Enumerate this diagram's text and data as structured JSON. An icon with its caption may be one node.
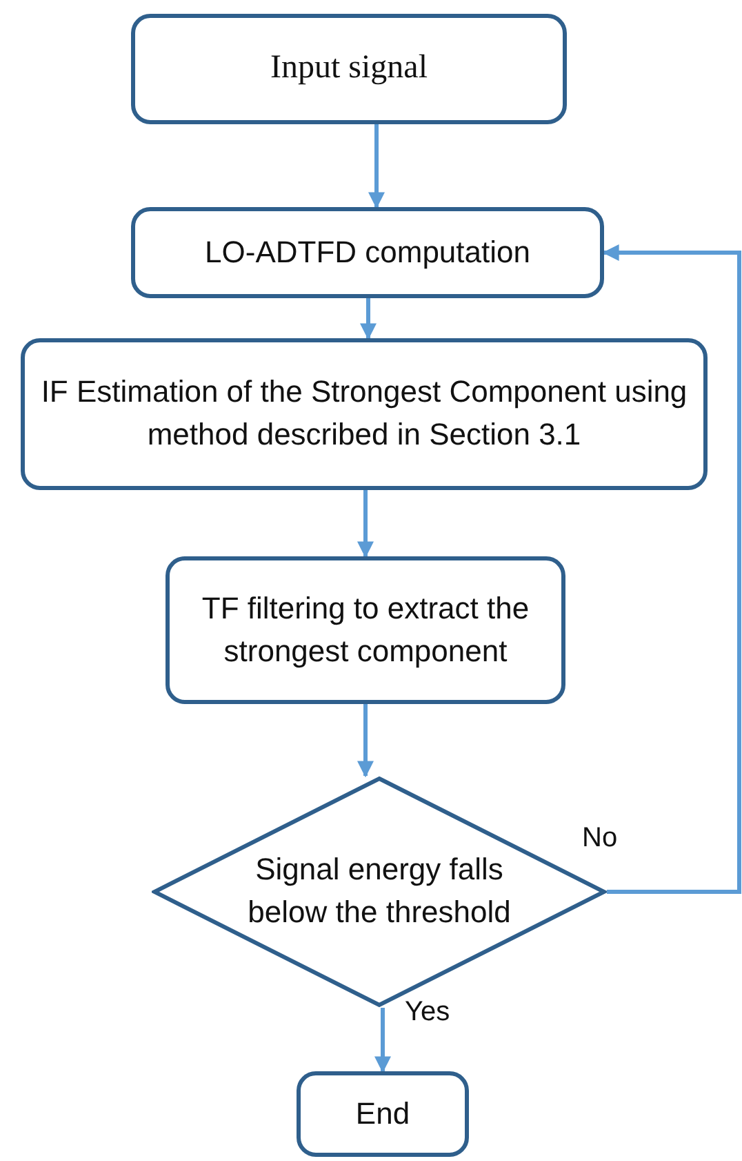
{
  "diagram": {
    "nodes": [
      {
        "text": [
          "Input signal"
        ]
      },
      {
        "text": [
          "LO-ADTFD computation"
        ]
      },
      {
        "text": [
          "IF Estimation of the Strongest Component using method described in Section 3.1"
        ]
      },
      {
        "text": [
          "TF filtering to extract the strongest component"
        ]
      },
      {
        "text": [
          "Signal energy falls below the threshold"
        ]
      },
      {
        "text": [
          "End"
        ]
      }
    ],
    "edges": [
      {
        "from": 0,
        "to": 1,
        "arrow": "to"
      },
      {
        "from": 1,
        "to": 2,
        "arrow": "to"
      },
      {
        "from": 2,
        "to": 3,
        "arrow": "to"
      },
      {
        "from": 3,
        "to": 4,
        "arrow": "to"
      },
      {
        "from": 4,
        "to": 5,
        "arrow": "to",
        "label": "Yes"
      },
      {
        "from": 4,
        "to": 1,
        "arrow": "to",
        "label": "No"
      }
    ]
  }
}
